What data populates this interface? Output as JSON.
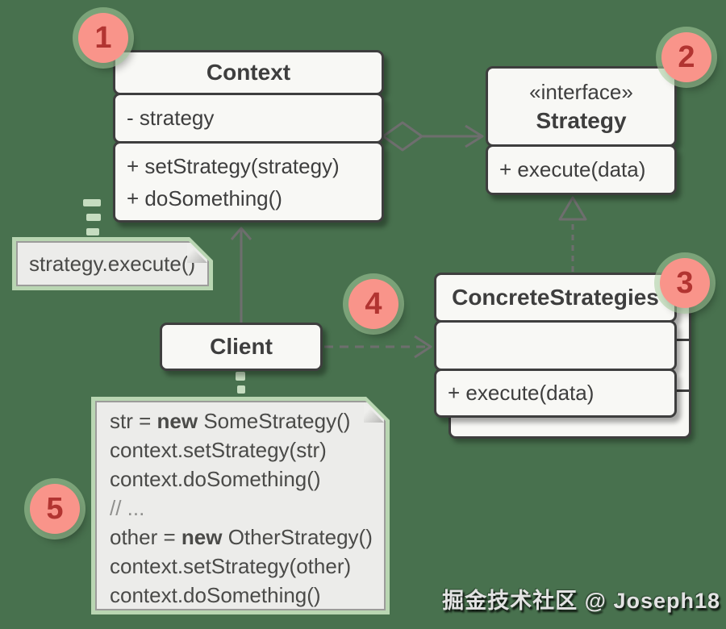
{
  "colors": {
    "background": "#48714e",
    "box_fill": "#f8f8f5",
    "box_border": "#3e3e3e",
    "box_text": "#3e3e3e",
    "connector_gray": "#6e6e6e",
    "badge_fill": "#f9948a",
    "badge_text": "#b23431",
    "annotation_green": "#b9d6b2",
    "note_fill": "#ececea",
    "note_border": "#9c9c9a",
    "comment_text": "#8f8f8d",
    "watermark_text": "#e3e3e3"
  },
  "badges": [
    "1",
    "2",
    "3",
    "4",
    "5"
  ],
  "classes": {
    "context": {
      "title": "Context",
      "fields": [
        "- strategy"
      ],
      "methods": [
        "+ setStrategy(strategy)",
        "+ doSomething()"
      ]
    },
    "strategy": {
      "stereotype": "«interface»",
      "title": "Strategy",
      "methods": [
        "+ execute(data)"
      ]
    },
    "concrete": {
      "title": "ConcreteStrategies",
      "methods": [
        "+ execute(data)"
      ]
    },
    "client": {
      "title": "Client"
    }
  },
  "notes": {
    "execute_note": {
      "text": "strategy.execute()"
    },
    "code_note": {
      "lines": [
        {
          "pre": "str = ",
          "bold": "new",
          "post": " SomeStrategy()"
        },
        {
          "pre": "context.setStrategy(str)"
        },
        {
          "pre": "context.doSomething()"
        },
        {
          "pre": "// ..."
        },
        {
          "pre": "other = ",
          "bold": "new",
          "post": " OtherStrategy()"
        },
        {
          "pre": "context.setStrategy(other)"
        },
        {
          "pre": "context.doSomething()"
        }
      ]
    }
  },
  "watermark": "掘金技术社区 @ Joseph18"
}
